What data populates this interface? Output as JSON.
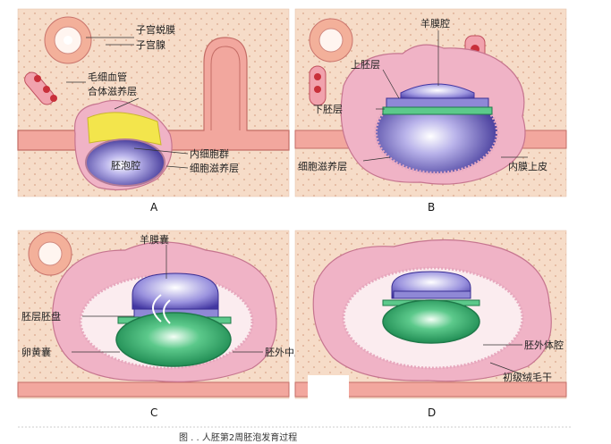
{
  "figure": {
    "caption": "图 . . 人胚第2周胚泡发育过程",
    "colors": {
      "stroma": "#f6dcc8",
      "epithelium": "#f2a79e",
      "trophoblast_pink": "#eea3b8",
      "syncytio": "#f0b3c6",
      "cavity_purple": "#4b3fa8",
      "amnion_blue": "#8f88d6",
      "yolk_green": "#1f9a5a",
      "inner_cell_yellow": "#f3e54c",
      "blood_red": "#c8303a"
    }
  },
  "panels": [
    {
      "letter": "A",
      "labels": {
        "decidua": "子宫蜕膜",
        "uterine_gland": "子宫腺",
        "capillary": "毛细血管",
        "syncytiotrophoblast": "合体滋养层",
        "inner_cell_mass": "内细胞群",
        "blastocoel": "胚泡腔",
        "cytotrophoblast": "细胞滋养层"
      }
    },
    {
      "letter": "B",
      "labels": {
        "amniotic_cavity": "羊膜腔",
        "epiblast": "上胚层",
        "hypoblast": "下胚层",
        "cytotrophoblast": "细胞滋养层",
        "endometrium": "内膜上皮"
      }
    },
    {
      "letter": "C",
      "labels": {
        "amniotic_sac": "羊膜囊",
        "bilaminar_disc": "胚层胚盘",
        "yolk_sac": "卵黄囊",
        "extraembryonic_mesoderm": "胚外中胚层"
      }
    },
    {
      "letter": "D",
      "labels": {
        "extraembryonic_coelom": "胚外体腔",
        "primary_villi": "初级绒毛干"
      }
    }
  ]
}
